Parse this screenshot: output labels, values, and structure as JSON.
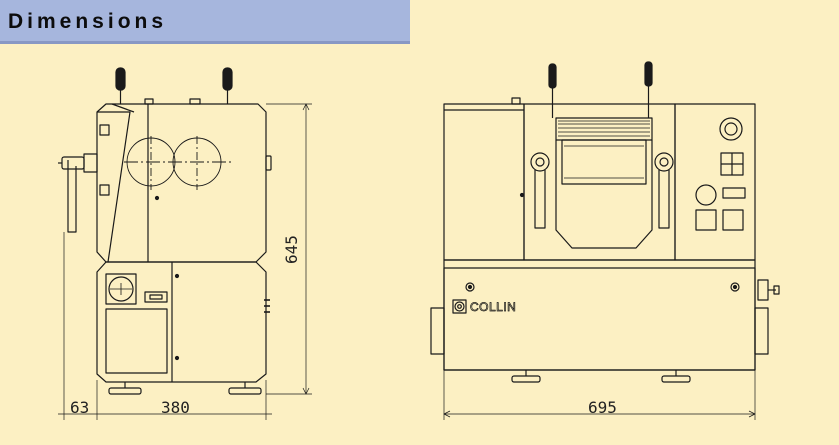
{
  "title": "Dimensions",
  "colors": {
    "background": "#fcf0c3",
    "title_bar": "#a6b6dd",
    "line": "#1a1a1a"
  },
  "dimensions": {
    "height": "645",
    "side_offset": "63",
    "side_depth": "380",
    "front_width": "695"
  },
  "brand_label": "COLLIN"
}
